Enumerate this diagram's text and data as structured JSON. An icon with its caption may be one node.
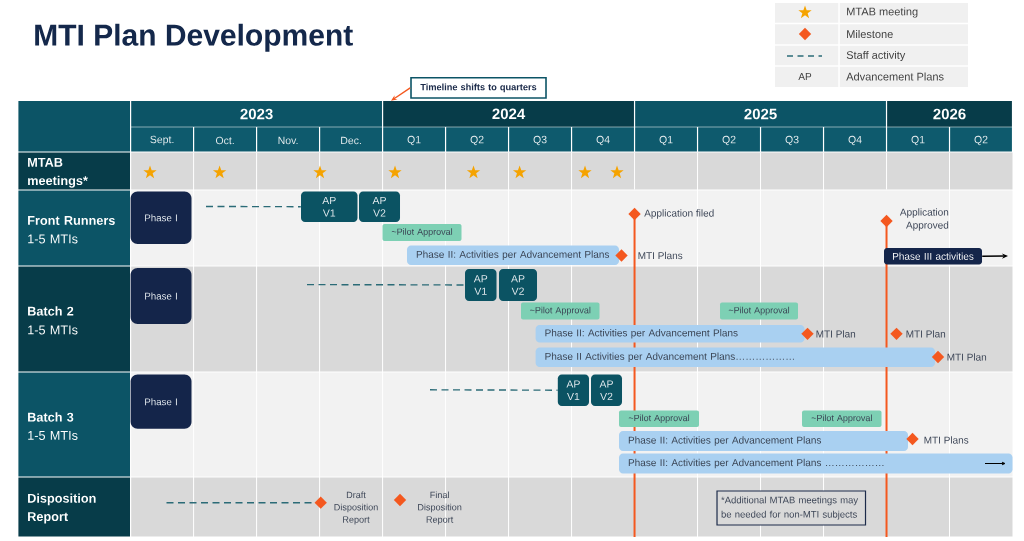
{
  "diagram": {
    "title": "MTI Plan Development",
    "nodes": [
      {
        "text": [
          "Timeline shifts to quarters"
        ]
      },
      {
        "text": [
          "2024"
        ]
      },
      {
        "text": [
          "Phase I"
        ]
      },
      {
        "text": [
          "AP V1"
        ]
      },
      {
        "text": [
          "AP V2"
        ]
      },
      {
        "text": [],
        "shape": "diamond",
        "beside": [
          "Application filed"
        ]
      },
      {
        "text": [],
        "shape": "diamond",
        "beside": [
          "Application Approved"
        ]
      },
      {
        "text": [
          "~Pilot Approval"
        ]
      },
      {
        "text": [
          "Phase II: Activities per Advancement Plans"
        ]
      },
      {
        "text": [],
        "shape": "diamond",
        "beside": [
          "MTI Plans"
        ]
      },
      {
        "text": [
          "Phase III activities"
        ]
      },
      {
        "text": [
          "Phase I"
        ]
      },
      {
        "text": [
          "AP V1"
        ]
      },
      {
        "text": [
          "AP V2"
        ]
      },
      {
        "text": [
          "~Pilot Approval"
        ]
      },
      {
        "text": [
          "~Pilot Approval"
        ]
      },
      {
        "text": [
          "Phase II: Activities per Advancement Plans"
        ]
      },
      {
        "text": [],
        "shape": "diamond",
        "beside": [
          "MTI Plan"
        ]
      },
      {
        "text": [],
        "shape": "diamond",
        "beside": [
          "MTI Plan"
        ]
      },
      {
        "text": [
          "Phase II Activities per Advancement Plans………………"
        ]
      },
      {
        "text": [],
        "shape": "diamond",
        "beside": [
          "MTI Plan"
        ]
      },
      {
        "text": [
          "Phase I"
        ]
      },
      {
        "text": [
          "AP V1"
        ]
      },
      {
        "text": [
          "AP V2"
        ]
      },
      {
        "text": [
          "~Pilot Approval"
        ]
      },
      {
        "text": [
          "~Pilot Approval"
        ]
      },
      {
        "text": [
          "Phase II: Activities per Advancement Plans"
        ]
      },
      {
        "text": [],
        "shape": "diamond",
        "beside": [
          "MTI Plans"
        ]
      },
      {
        "text": [
          "Phase II: Activities per Advancement Plans ………………"
        ]
      },
      {
        "text": [],
        "shape": "diamond",
        "beside": [
          "Draft Disposition Report"
        ]
      },
      {
        "text": [],
        "shape": "diamond",
        "beside": [
          "Final Disposition Report"
        ]
      },
      {
        "text": [
          "*Additional MTAB meetings may be needed for non-MTI subjects"
        ]
      }
    ],
    "edges": [
      {
        "from": 0,
        "to": 1,
        "arrow": "to",
        "color": "#f4581f"
      },
      {
        "from": null,
        "to": 3,
        "arrow": "none",
        "style": "dashed"
      },
      {
        "from": null,
        "to": 12,
        "arrow": "none",
        "style": "dashed"
      },
      {
        "from": null,
        "to": 22,
        "arrow": "none",
        "style": "dashed"
      },
      {
        "from": null,
        "to": 29,
        "arrow": "none",
        "style": "dashed"
      },
      {
        "from": 10,
        "to": null,
        "arrow": "to",
        "color": "#000000"
      }
    ],
    "labels": [
      "AP",
      "2023",
      "2025",
      "2026",
      "Sept.",
      "Oct.",
      "Nov.",
      "Dec.",
      "Q1",
      "Q2",
      "Q3",
      "Q4",
      "Q1",
      "Q2",
      "Q3",
      "Q4",
      "Q1",
      "Q2",
      "MTAB meetings*",
      "Front Runners",
      "1-5 MTIs",
      "Batch 2",
      "1-5 MTIs",
      "Batch 3",
      "1-5 MTIs",
      "Disposition Report"
    ],
    "legend": [
      {
        "text": "MTAB meeting"
      },
      {
        "text": "Milestone"
      },
      {
        "text": "Staff activity"
      },
      {
        "text": "Advancement Plans"
      }
    ]
  }
}
